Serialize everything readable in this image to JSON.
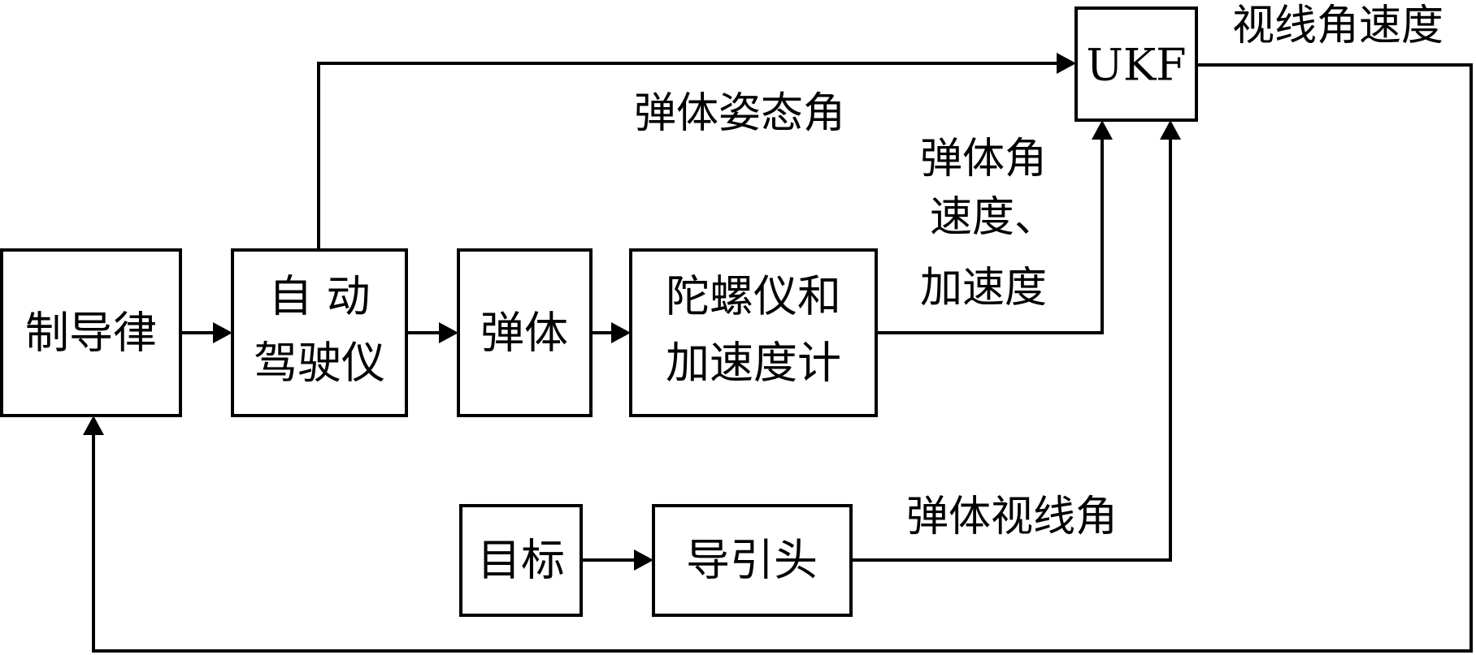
{
  "blocks": {
    "guidance_law": "制导律",
    "autopilot_line1": "自 动",
    "autopilot_line2": "驾驶仪",
    "missile_body": "弹体",
    "gyro_line1": "陀螺仪和",
    "gyro_line2": "加速度计",
    "ukf": "UKF",
    "target": "目标",
    "seeker": "导引头"
  },
  "signals": {
    "attitude_angle": "弹体姿态角",
    "body_rate_line1": "弹体角",
    "body_rate_line2": "速度、",
    "body_rate_line3": "加速度",
    "los_angle": "弹体视线角",
    "los_rate": "视线角速度"
  }
}
